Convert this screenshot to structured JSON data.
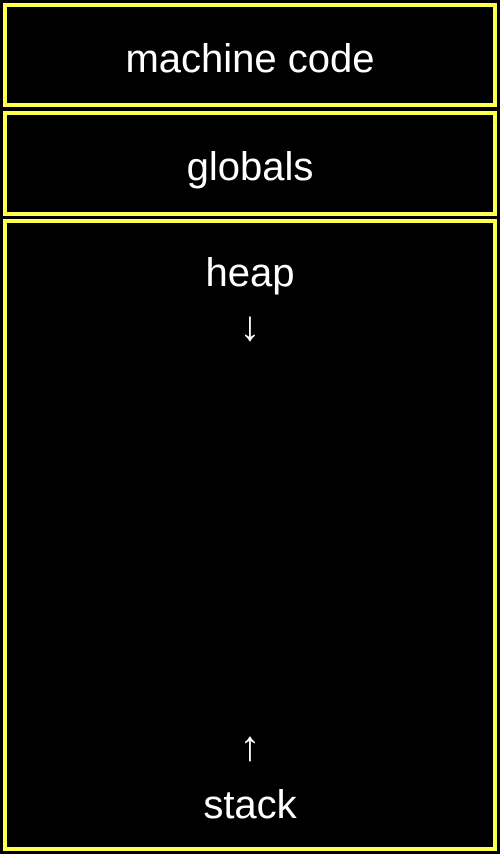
{
  "colors": {
    "background": "#000000",
    "border": "#ffff4d",
    "text": "#ffffff"
  },
  "regions": {
    "machine_code": {
      "label": "machine code"
    },
    "globals": {
      "label": "globals"
    },
    "heap": {
      "label": "heap",
      "arrow": "↓",
      "arrow_icon": "arrow-down-icon"
    },
    "stack": {
      "label": "stack",
      "arrow": "↑",
      "arrow_icon": "arrow-up-icon"
    }
  }
}
